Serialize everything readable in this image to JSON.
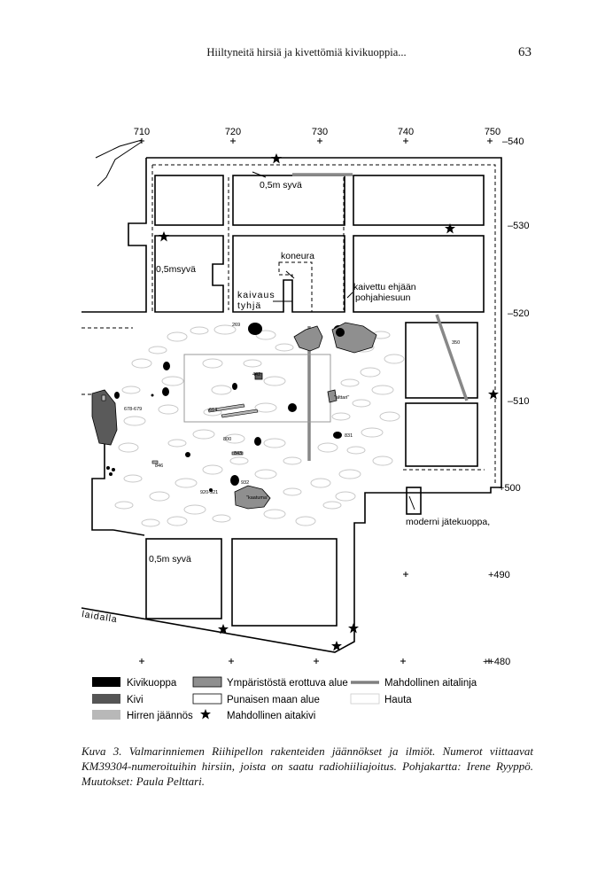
{
  "header": {
    "running_title": "Hiiltyneitä hirsiä ja kivettömiä kivikuoppia...",
    "page_number": "63"
  },
  "figure": {
    "x_ticks": [
      "710",
      "720",
      "730",
      "740",
      "750"
    ],
    "y_ticks": [
      "540",
      "530",
      "520",
      "510",
      "500",
      "+490",
      "+480"
    ],
    "labels": {
      "depth_top": "0,5m syvä",
      "depth_left": "0,5msyvä",
      "depth_bottom": "0,5m syvä",
      "koneura": "koneura",
      "kaivaus": "kaivaus",
      "tyhja": "tyhjä",
      "kaivettu": "kaivettu ehjään",
      "pohjahiesuun": "pohjahiesuun",
      "moderni": "moderni jätekuoppa,",
      "laidalla": "laidalla"
    },
    "feature_numbers": {
      "n269": "269",
      "n442": "442",
      "n614": "614",
      "n678": "678-679",
      "n800": "800",
      "n843": "843",
      "n846": "846",
      "n831": "831",
      "n932": "932",
      "n920": "920-921",
      "n350": "350",
      "alttari": "\"alttari\"",
      "kaatuma": "\"kaatuma\""
    },
    "legend": {
      "kivikuoppa": "Kivikuoppa",
      "kivi": "Kivi",
      "hirren": "Hirren jäännös",
      "ymparisto": "Ympäristöstä erottuva alue",
      "punainen": "Punaisen maan alue",
      "aitakivi": "Mahdollinen aitakivi",
      "aitalinja": "Mahdollinen aitalinja",
      "hauta": "Hauta"
    },
    "colors": {
      "kivikuoppa": "#000000",
      "kivi": "#555555",
      "hirren": "#b8b8b8",
      "ymparisto": "#8f8f8f",
      "aitalinja": "#808080"
    }
  },
  "caption": {
    "text": "Kuva 3. Valmarinniemen Riihipellon rakenteiden jäännökset ja ilmiöt. Numerot viittaavat KM39304-numeroituihin hirsiin, joista on saatu radiohiiliajoitus. Pohjakartta: Irene Ryyppö. Muutokset: Paula Pelttari."
  }
}
